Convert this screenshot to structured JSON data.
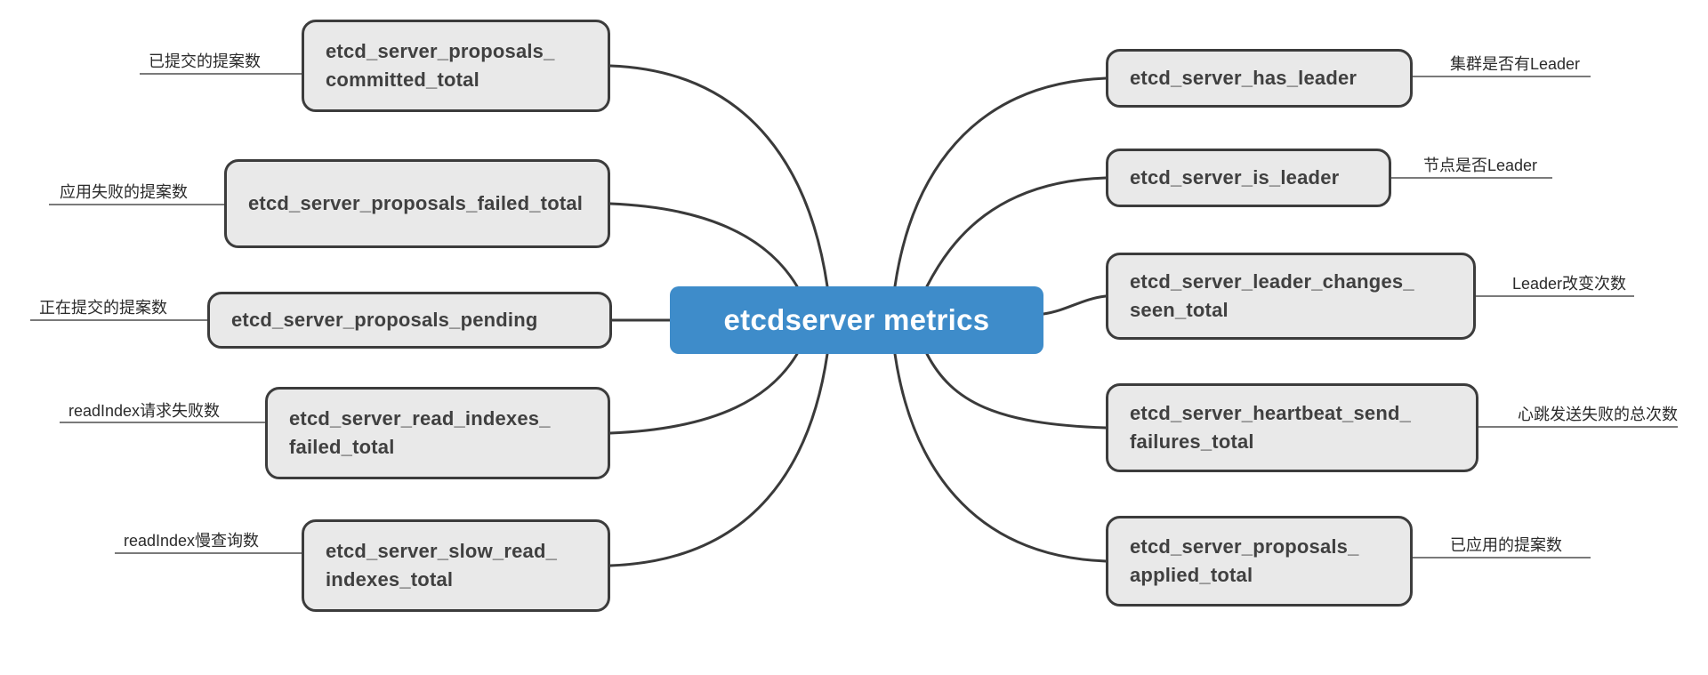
{
  "center": {
    "label": "etcdserver metrics"
  },
  "left_nodes": [
    {
      "metric": "etcd_server_proposals_committed_total",
      "description": "已提交的提案数"
    },
    {
      "metric": "etcd_server_proposals_failed_total",
      "description": "应用失败的提案数"
    },
    {
      "metric": "etcd_server_proposals_pending",
      "description": "正在提交的提案数"
    },
    {
      "metric": "etcd_server_read_indexes_failed_total",
      "description": "readIndex请求失败数"
    },
    {
      "metric": "etcd_server_slow_read_indexes_total",
      "description": "readIndex慢查询数"
    }
  ],
  "right_nodes": [
    {
      "metric": "etcd_server_has_leader",
      "description": "集群是否有Leader"
    },
    {
      "metric": "etcd_server_is_leader",
      "description": "节点是否Leader"
    },
    {
      "metric": "etcd_server_leader_changes_seen_total",
      "description": "Leader改变次数"
    },
    {
      "metric": "etcd_server_heartbeat_send_failures_total",
      "description": "心跳发送失败的总次数"
    },
    {
      "metric": "etcd_server_proposals_applied_total",
      "description": "已应用的提案数"
    }
  ],
  "colors": {
    "center_bg": "#3e8cca",
    "center_text": "#ffffff",
    "node_bg": "#e9e9e9",
    "node_border": "#3c3c3c",
    "node_text": "#404040",
    "line": "#3a3a3a"
  }
}
